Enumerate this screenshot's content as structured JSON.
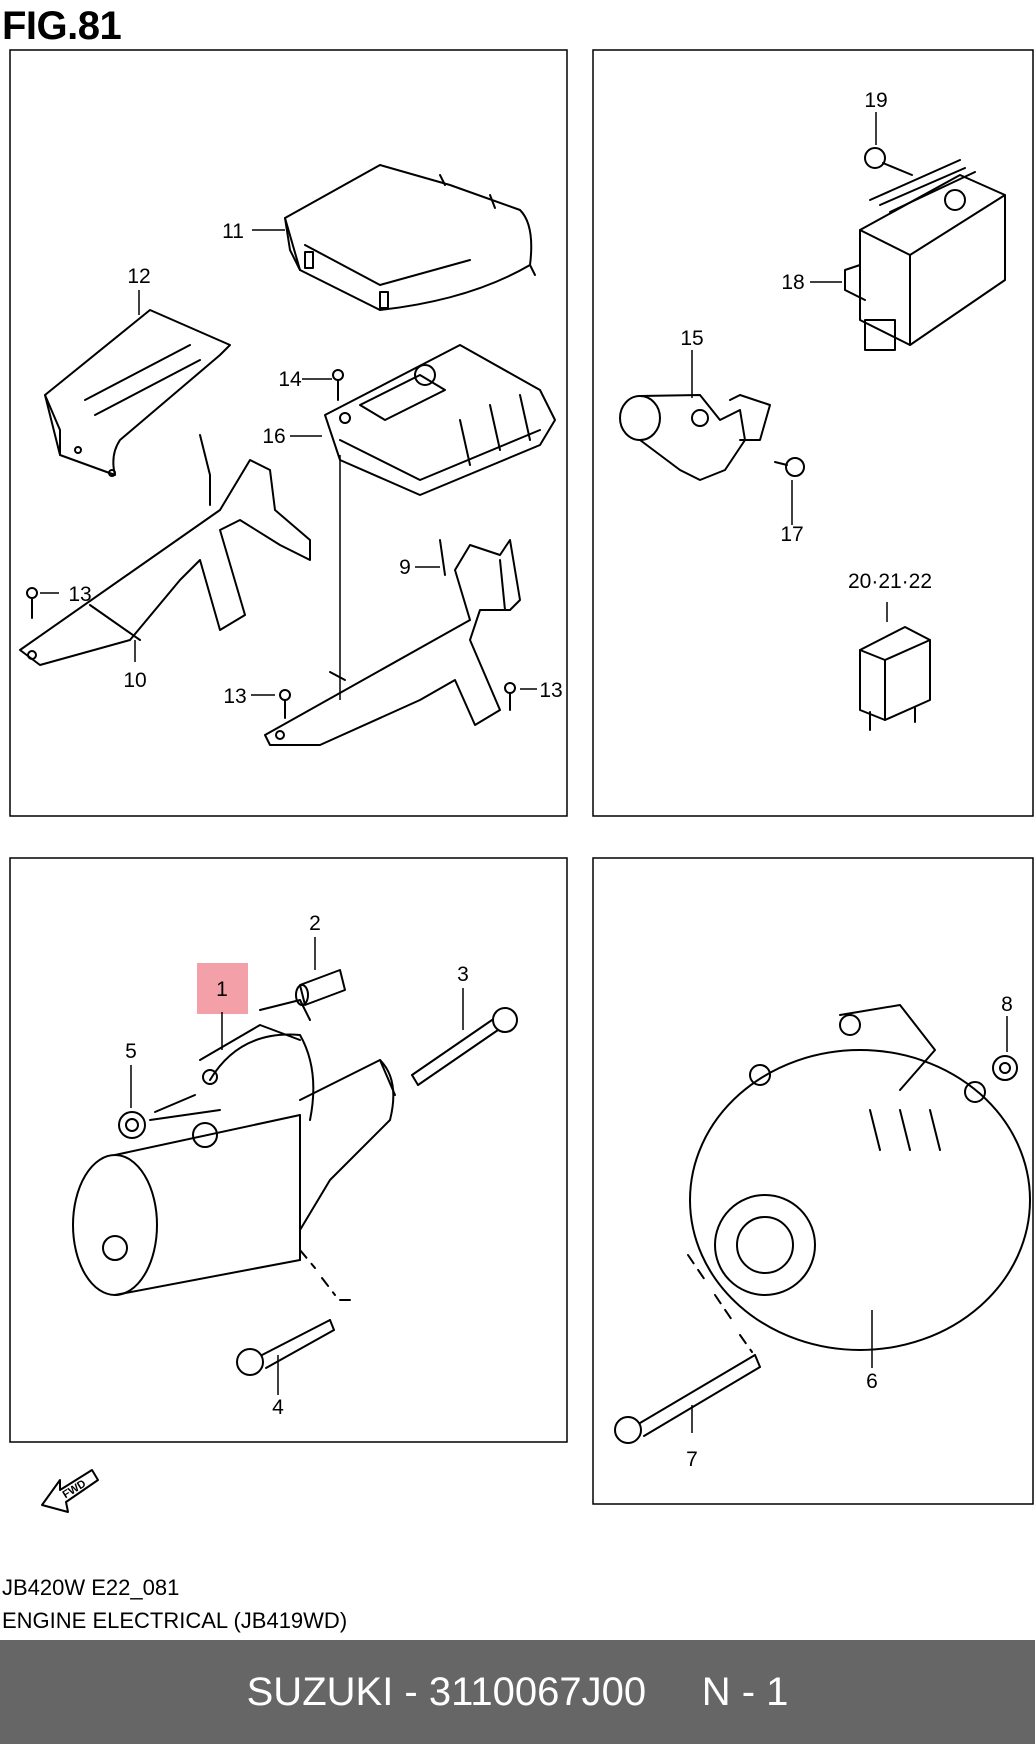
{
  "figure": {
    "title": "FIG.81"
  },
  "callouts": [
    {
      "id": "c1",
      "label": "1",
      "highlighted": true
    },
    {
      "id": "c2",
      "label": "2"
    },
    {
      "id": "c3",
      "label": "3"
    },
    {
      "id": "c4",
      "label": "4"
    },
    {
      "id": "c5",
      "label": "5"
    },
    {
      "id": "c6",
      "label": "6"
    },
    {
      "id": "c7",
      "label": "7"
    },
    {
      "id": "c8",
      "label": "8"
    },
    {
      "id": "c9",
      "label": "9"
    },
    {
      "id": "c10",
      "label": "10"
    },
    {
      "id": "c11",
      "label": "11"
    },
    {
      "id": "c12",
      "label": "12"
    },
    {
      "id": "c13a",
      "label": "13"
    },
    {
      "id": "c13b",
      "label": "13"
    },
    {
      "id": "c13c",
      "label": "13"
    },
    {
      "id": "c14",
      "label": "14"
    },
    {
      "id": "c15",
      "label": "15"
    },
    {
      "id": "c16",
      "label": "16"
    },
    {
      "id": "c17",
      "label": "17"
    },
    {
      "id": "c18",
      "label": "18"
    },
    {
      "id": "c19",
      "label": "19"
    },
    {
      "id": "c20",
      "label": "20·21·22"
    }
  ],
  "fwd_badge": "FWD",
  "caption": {
    "code": "JB420W E22_081",
    "name": "ENGINE ELECTRICAL  (JB419WD)"
  },
  "footer": {
    "brand_part": "SUZUKI - 3110067J00",
    "page": "N - 1"
  },
  "colors": {
    "highlight": "#f4a0a8",
    "footer_bg": "#666666",
    "footer_text": "#ffffff",
    "line": "#000000"
  }
}
